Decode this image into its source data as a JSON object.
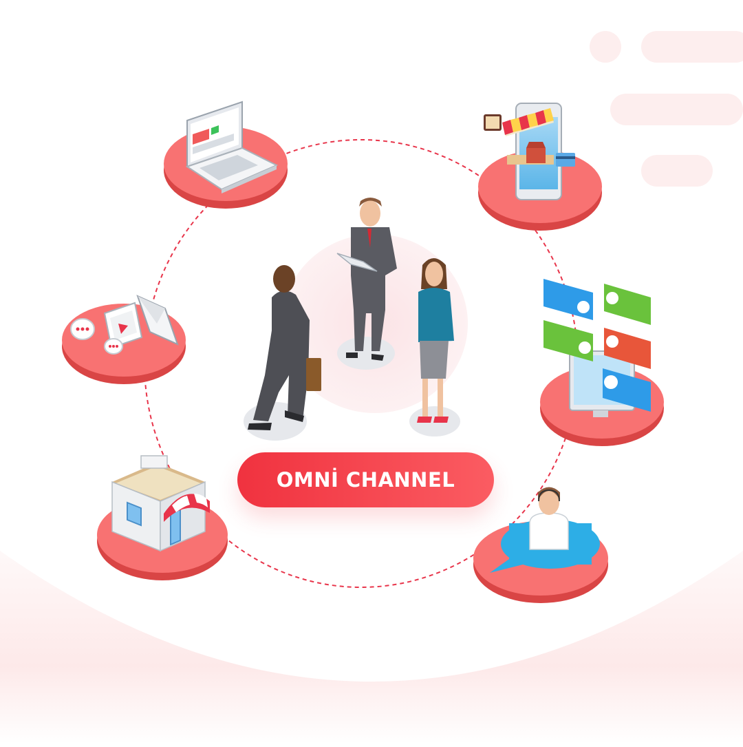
{
  "badge": {
    "label": "OMNİ CHANNEL"
  },
  "colors": {
    "accent": "#f0323f",
    "platform": "#f76464",
    "platform_edge": "#e04848",
    "dashed_ring": "#e8344a",
    "background_blob": "#fdeaea",
    "deco_pills": "#fdeeee"
  },
  "channels": [
    {
      "id": "website",
      "icon": "laptop-icon"
    },
    {
      "id": "online-store",
      "icon": "mobile-shop-icon"
    },
    {
      "id": "social-media",
      "icon": "video-message-icon"
    },
    {
      "id": "reviews",
      "icon": "review-chat-icon"
    },
    {
      "id": "retail-store",
      "icon": "store-icon"
    },
    {
      "id": "call-center",
      "icon": "support-agent-icon"
    }
  ]
}
